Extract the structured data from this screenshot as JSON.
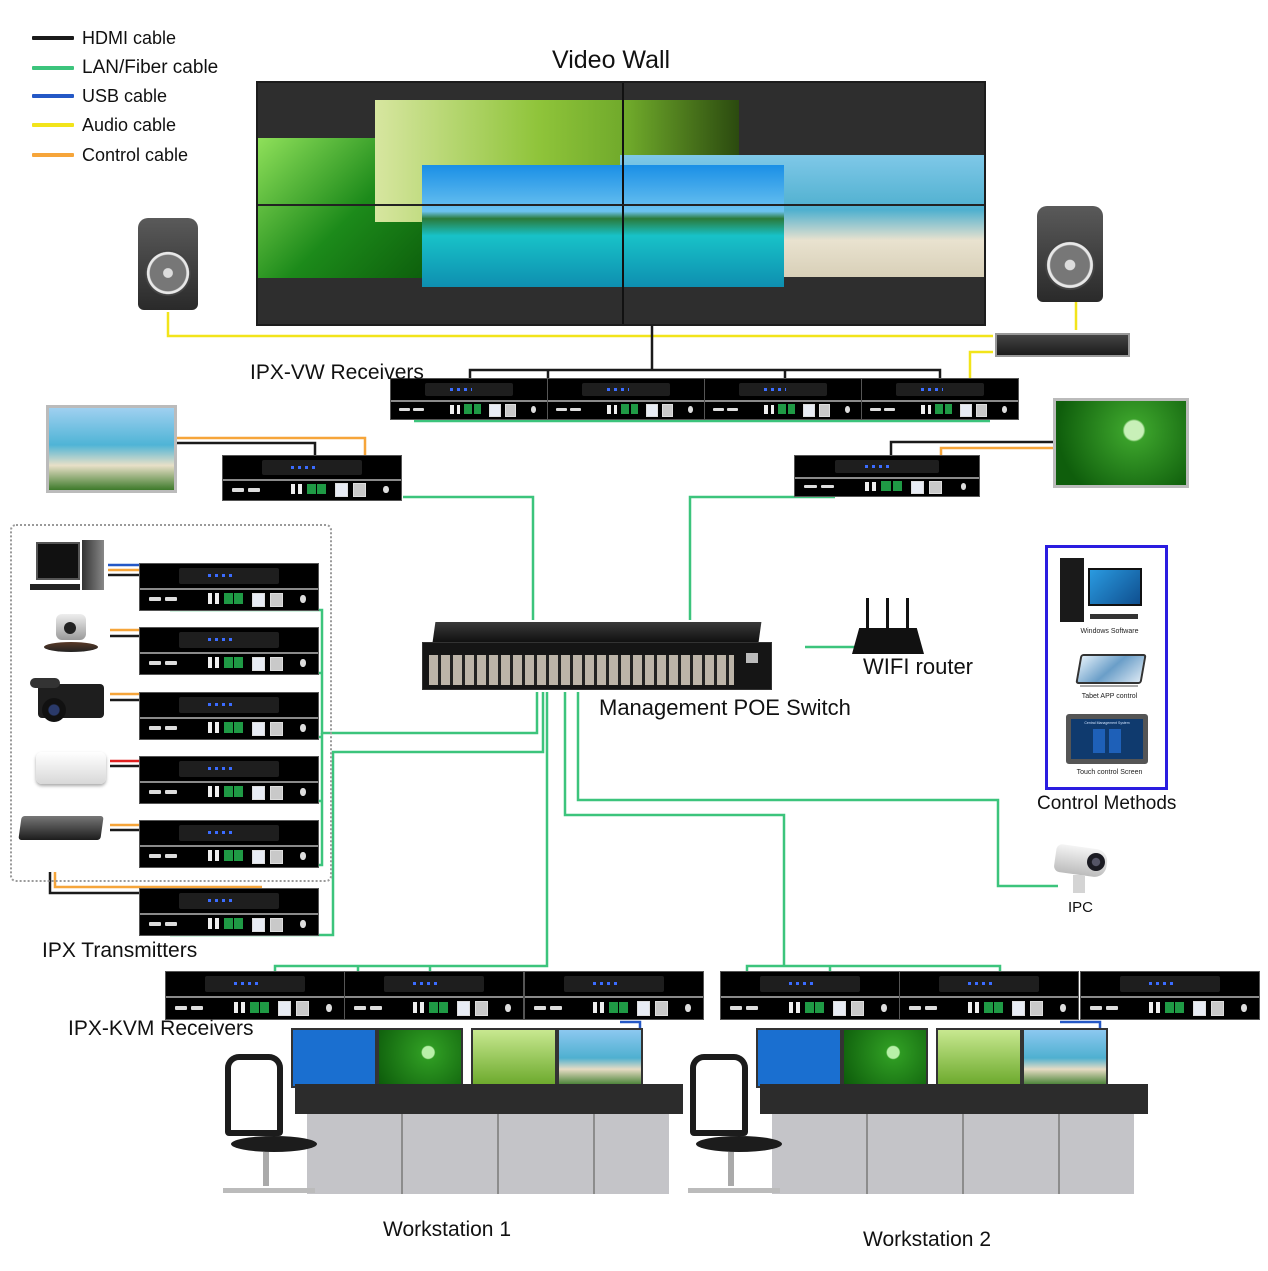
{
  "legend": [
    {
      "label": "HDMI cable",
      "color": "#1a1a1a"
    },
    {
      "label": "LAN/Fiber cable",
      "color": "#3cc47c"
    },
    {
      "label": "USB cable",
      "color": "#2458c6"
    },
    {
      "label": "Audio cable",
      "color": "#f2e41a"
    },
    {
      "label": "Control cable",
      "color": "#f6a53a"
    }
  ],
  "labels": {
    "video_wall": "Video Wall",
    "vw_receivers": "IPX-VW Receivers",
    "switch": "Management POE Switch",
    "wifi_router": "WIFI router",
    "control_methods": "Control Methods",
    "ipc": "IPC",
    "transmitters": "IPX Transmitters",
    "kvm_receivers": "IPX-KVM Receivers",
    "workstation_1": "Workstation 1",
    "workstation_2": "Workstation 2"
  },
  "control_methods": [
    {
      "label": "Windows Software",
      "icon": "desktop-pc-icon"
    },
    {
      "label": "Tabet APP control",
      "icon": "tablet-icon"
    },
    {
      "label": "Touch control Screen",
      "icon": "touch-panel-icon"
    }
  ],
  "touch_screen_title": "Central Management System",
  "sources": [
    {
      "name": "pc",
      "icon": "desktop-pc-icon"
    },
    {
      "name": "ptz-camera",
      "icon": "ptz-camera-icon"
    },
    {
      "name": "camcorder",
      "icon": "camcorder-icon"
    },
    {
      "name": "media-box",
      "icon": "media-box-icon"
    },
    {
      "name": "nvr",
      "icon": "nvr-icon"
    }
  ],
  "colors": {
    "hdmi": "#1a1a1a",
    "lan": "#3cc47c",
    "usb": "#2458c6",
    "audio": "#f2e41a",
    "control": "#f6a53a",
    "control_box_border": "#2a1de0"
  }
}
